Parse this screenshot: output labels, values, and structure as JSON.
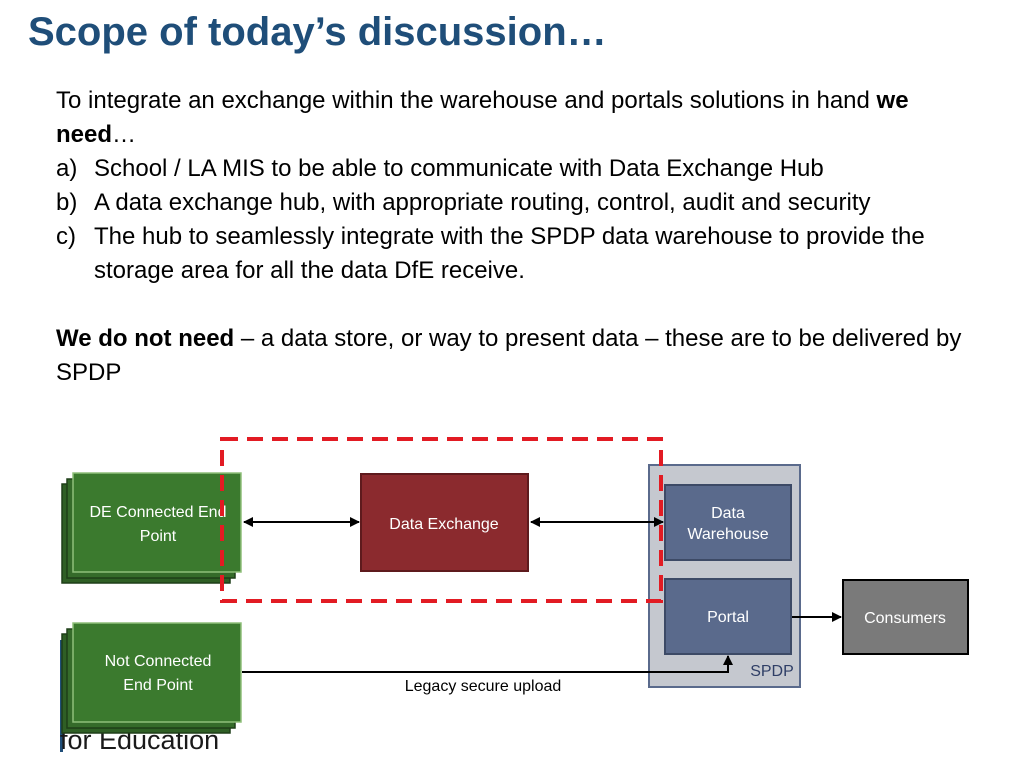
{
  "slide": {
    "title": "Scope of today’s discussion…"
  },
  "intro": {
    "text": "To integrate an exchange within the warehouse and portals solutions in hand ",
    "bold": "we need",
    "tail": "…"
  },
  "needs": [
    {
      "marker": "a)",
      "text": "School / LA MIS to be able to communicate with Data Exchange Hub"
    },
    {
      "marker": "b)",
      "text": "A data exchange hub, with appropriate routing, control, audit and security"
    },
    {
      "marker": "c)",
      "text": "The hub to seamlessly integrate with the SPDP data warehouse to provide the storage area for all the data DfE receive."
    }
  ],
  "not_needed": {
    "bold": "We do not need",
    "text": " – a data store, or way to present data – these are to be delivered by SPDP"
  },
  "diagram": {
    "de_connected": "DE Connected End Point",
    "de_connected_l1": "DE Connected End",
    "de_connected_l2": "Point",
    "not_connected_l1": "Not Connected",
    "not_connected_l2": "End Point",
    "data_exchange": "Data Exchange",
    "data_warehouse_l1": "Data",
    "data_warehouse_l2": "Warehouse",
    "portal": "Portal",
    "spdp": "SPDP",
    "consumers": "Consumers",
    "legacy_upload": "Legacy secure upload",
    "colors": {
      "green": "#3b7a2e",
      "dark_red": "#8b2a2e",
      "slate": "#5a6a8c",
      "container": "#c5c8cf",
      "consumers": "#7a7a7a",
      "dashed_red": "#e21b23"
    }
  },
  "footer": {
    "logo_text": "for Education"
  }
}
